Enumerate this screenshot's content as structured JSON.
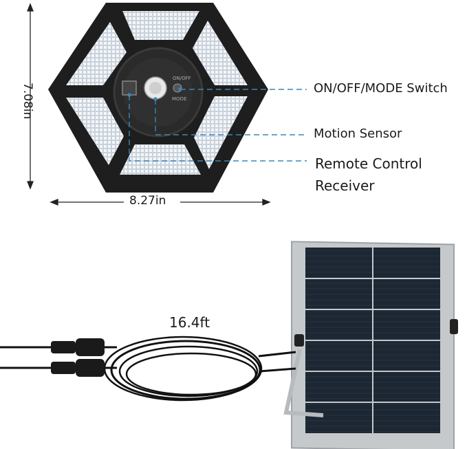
{
  "labels": {
    "switch": "ON/OFF/MODE Switch",
    "motion": "Motion Sensor",
    "remote_line1": "Remote Control",
    "remote_line2": "Receiver",
    "width": "8.27in",
    "height": "7.08in",
    "cable": "16.4ft",
    "onoff_print": "ON/OFF",
    "mode_print": "MODE"
  },
  "colors": {
    "housing": "#1e1e1e",
    "led": "#dfe6ee",
    "callout": "#3a86b8",
    "frame": "#b9bcc0",
    "panel": "#1c2733",
    "cable": "#111111"
  },
  "icons": [
    "hexagon-light",
    "motion-sensor",
    "mode-button",
    "remote-receiver",
    "solar-panel",
    "connector",
    "cable-coil"
  ]
}
